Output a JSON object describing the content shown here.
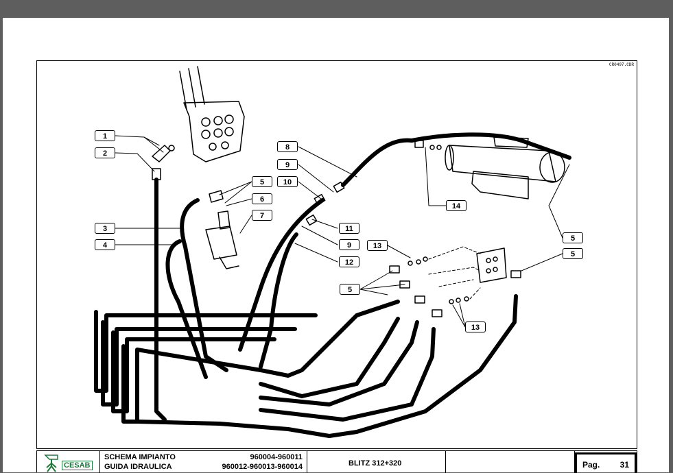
{
  "drawing": {
    "code": "CR0497.CDR",
    "callouts": [
      {
        "id": "c1",
        "label": "1"
      },
      {
        "id": "c2",
        "label": "2"
      },
      {
        "id": "c3",
        "label": "3"
      },
      {
        "id": "c4",
        "label": "4"
      },
      {
        "id": "c5a",
        "label": "5"
      },
      {
        "id": "c6",
        "label": "6"
      },
      {
        "id": "c7",
        "label": "7"
      },
      {
        "id": "c8",
        "label": "8"
      },
      {
        "id": "c9a",
        "label": "9"
      },
      {
        "id": "c10",
        "label": "10"
      },
      {
        "id": "c11",
        "label": "11"
      },
      {
        "id": "c9b",
        "label": "9"
      },
      {
        "id": "c12",
        "label": "12"
      },
      {
        "id": "c13a",
        "label": "13"
      },
      {
        "id": "c14",
        "label": "14"
      },
      {
        "id": "c5b",
        "label": "5"
      },
      {
        "id": "c5c",
        "label": "5"
      },
      {
        "id": "c5d",
        "label": "5"
      },
      {
        "id": "c13b",
        "label": "13"
      }
    ]
  },
  "titleblock": {
    "logo_text": "CESAB",
    "title_line1": "SCHEMA IMPIANTO",
    "title_line2": "GUIDA IDRAULICA",
    "codes_line1": "960004-960011",
    "codes_line2": "960012-960013-960014",
    "model": "BLITZ 312+320",
    "page_label": "Pag.",
    "page_number": "31"
  },
  "colors": {
    "background": "#5e5e5e",
    "sheet": "#ffffff",
    "ink": "#000000",
    "logo": "#1a7a3a"
  }
}
